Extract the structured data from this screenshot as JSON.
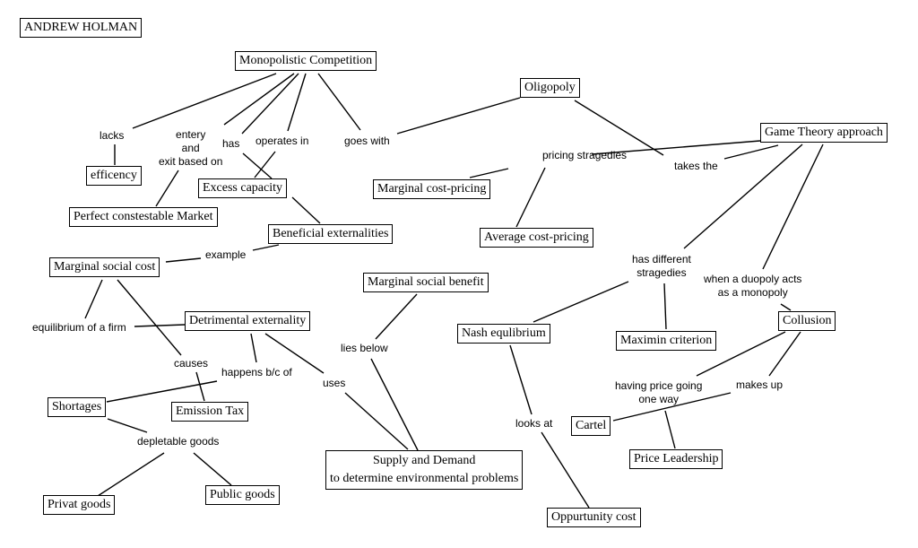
{
  "title": "ANDREW HOLMAN",
  "concepts": {
    "monopolistic": "Monopolistic Competition",
    "oligopoly": "Oligopoly",
    "game_theory": "Game Theory approach",
    "efficency": "efficency",
    "perfect_market": "Perfect constestable Market",
    "excess_capacity": "Excess capacity",
    "beneficial_ext": "Beneficial externalities",
    "marginal_social_cost": "Marginal social cost",
    "marginal_cost_pricing": "Marginal cost-pricing",
    "average_cost_pricing": "Average cost-pricing",
    "marginal_social_benefit": "Marginal social benefit",
    "detrimental_ext": "Detrimental externality",
    "nash": "Nash equlibrium",
    "maximin": "Maximin criterion",
    "collusion": "Collusion",
    "shortages": "Shortages",
    "emission_tax": "Emission Tax",
    "supply_demand_1": "Supply and Demand",
    "supply_demand_2": "to determine environmental problems",
    "cartel": "Cartel",
    "price_leadership": "Price Leadership",
    "privat_goods": "Privat goods",
    "public_goods": "Public goods",
    "opportunity_cost": "Oppurtunity cost"
  },
  "link_labels": {
    "lacks": "lacks",
    "entery": "entery\nand\nexit based on",
    "has": "has",
    "operates_in": "operates in",
    "goes_with": "goes with",
    "pricing_stragedies": "pricing stragedies",
    "takes_the": "takes the",
    "example": "example",
    "has_different": "has different\nstragedies",
    "duopoly": "when a duopoly acts\nas a monopoly",
    "equilibrium_firm": "equilibrium of a firm",
    "lies_below": "lies below",
    "causes": "causes",
    "happens_bc": "happens b/c of",
    "uses": "uses",
    "having_price": "having price going\none way",
    "makes_up": "makes up",
    "looks_at": "looks at",
    "depletable": "depletable goods"
  }
}
